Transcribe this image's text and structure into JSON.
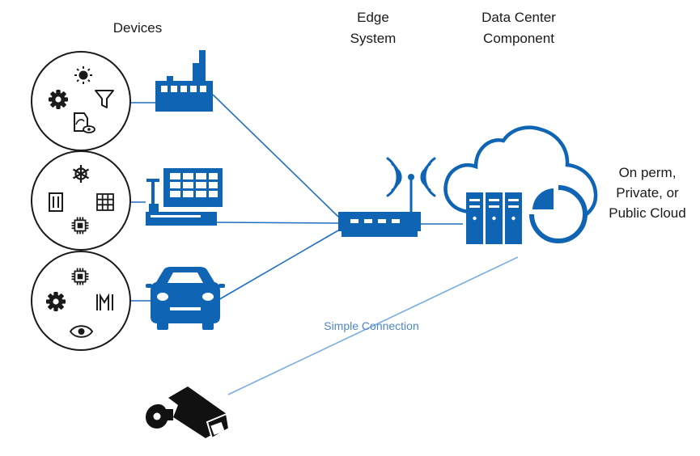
{
  "labels": {
    "devices": "Devices",
    "edge_line1": "Edge",
    "edge_line2": "System",
    "dc_line1": "Data Center",
    "dc_line2": "Component",
    "cloud_line1": "On perm,",
    "cloud_line2": "Private, or",
    "cloud_line3": "Public Cloud",
    "simple_connection": "Simple Connection"
  },
  "colors": {
    "primary_blue": "#0f64b4",
    "line_blue": "#1f6fc0",
    "light_line_blue": "#7aaee0",
    "simple_label": "#4f86c6",
    "dark": "#1a1a1a"
  },
  "icons": {
    "group1": [
      "sun-icon",
      "gear-icon",
      "filter-icon",
      "camera-eye-icon",
      "factory-icon"
    ],
    "group2": [
      "helm-icon",
      "panel-icon",
      "grid-icon",
      "chip-icon",
      "pos-terminal-icon"
    ],
    "group3": [
      "chip-icon",
      "gear-icon",
      "meter-icon",
      "eye-icon",
      "car-icon"
    ],
    "edge": [
      "wifi-signal-icon",
      "router-icon"
    ],
    "datacenter": [
      "cloud-icon",
      "server-rack-icon",
      "pie-chart-icon"
    ],
    "camera": "security-camera-icon"
  }
}
